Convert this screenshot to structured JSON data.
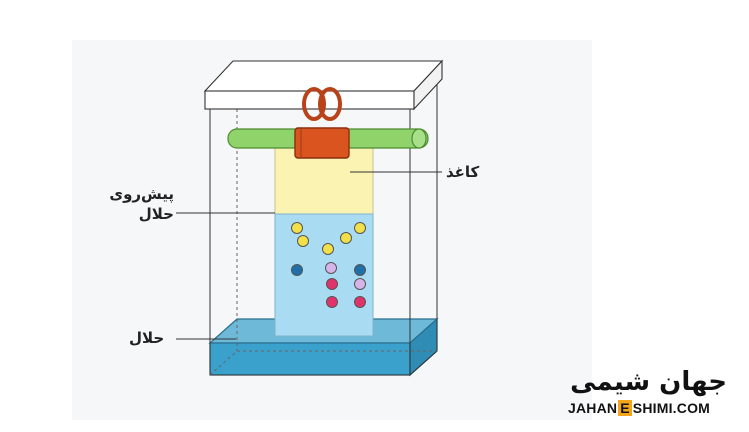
{
  "labels": {
    "paper": "کاغذ",
    "solvent_front_line1": "پیش‌روی",
    "solvent_front_line2": "حلال",
    "solvent": "حلال"
  },
  "logo": {
    "persian": "جهان شیمی",
    "english_prefix": "JAHAN",
    "english_highlight": "E",
    "english_suffix": "SHIMI.COM"
  },
  "colors": {
    "solvent": "#3aa0cc",
    "paper_wet": "#a9dcf2",
    "paper_dry": "#faf3b2",
    "rod": "#8fd36a",
    "clip": "#d9541e",
    "brand_accent": "#f2a51a"
  }
}
